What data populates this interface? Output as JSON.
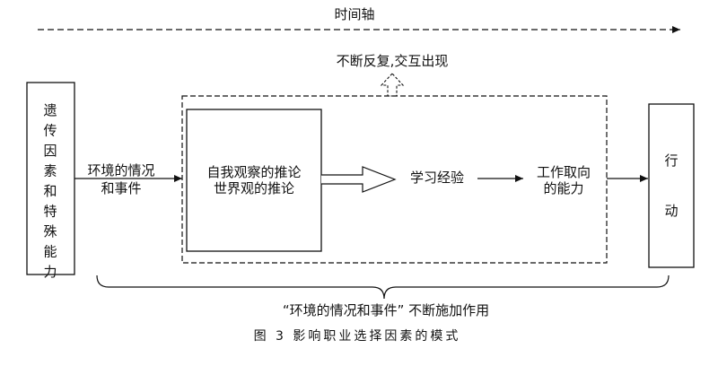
{
  "diagram": {
    "timeline_label": "时间轴",
    "repeat_label": "不断反复,交互出现",
    "left_box_lines": [
      "遗",
      "传",
      "因",
      "素",
      "和",
      "特",
      "殊",
      "能",
      "力"
    ],
    "env_label_lines": [
      "环境的情况",
      "和事件"
    ],
    "inner_box_lines": [
      "自我观察的推论",
      "世界观的推论"
    ],
    "learning_label": "学习经验",
    "work_label_lines": [
      "工作取向",
      "的能力"
    ],
    "action_lines": [
      "行",
      "动"
    ],
    "brace_label": "“环境的情况和事件” 不断施加作用",
    "caption": "图 3  影响职业选择因素的模式"
  }
}
